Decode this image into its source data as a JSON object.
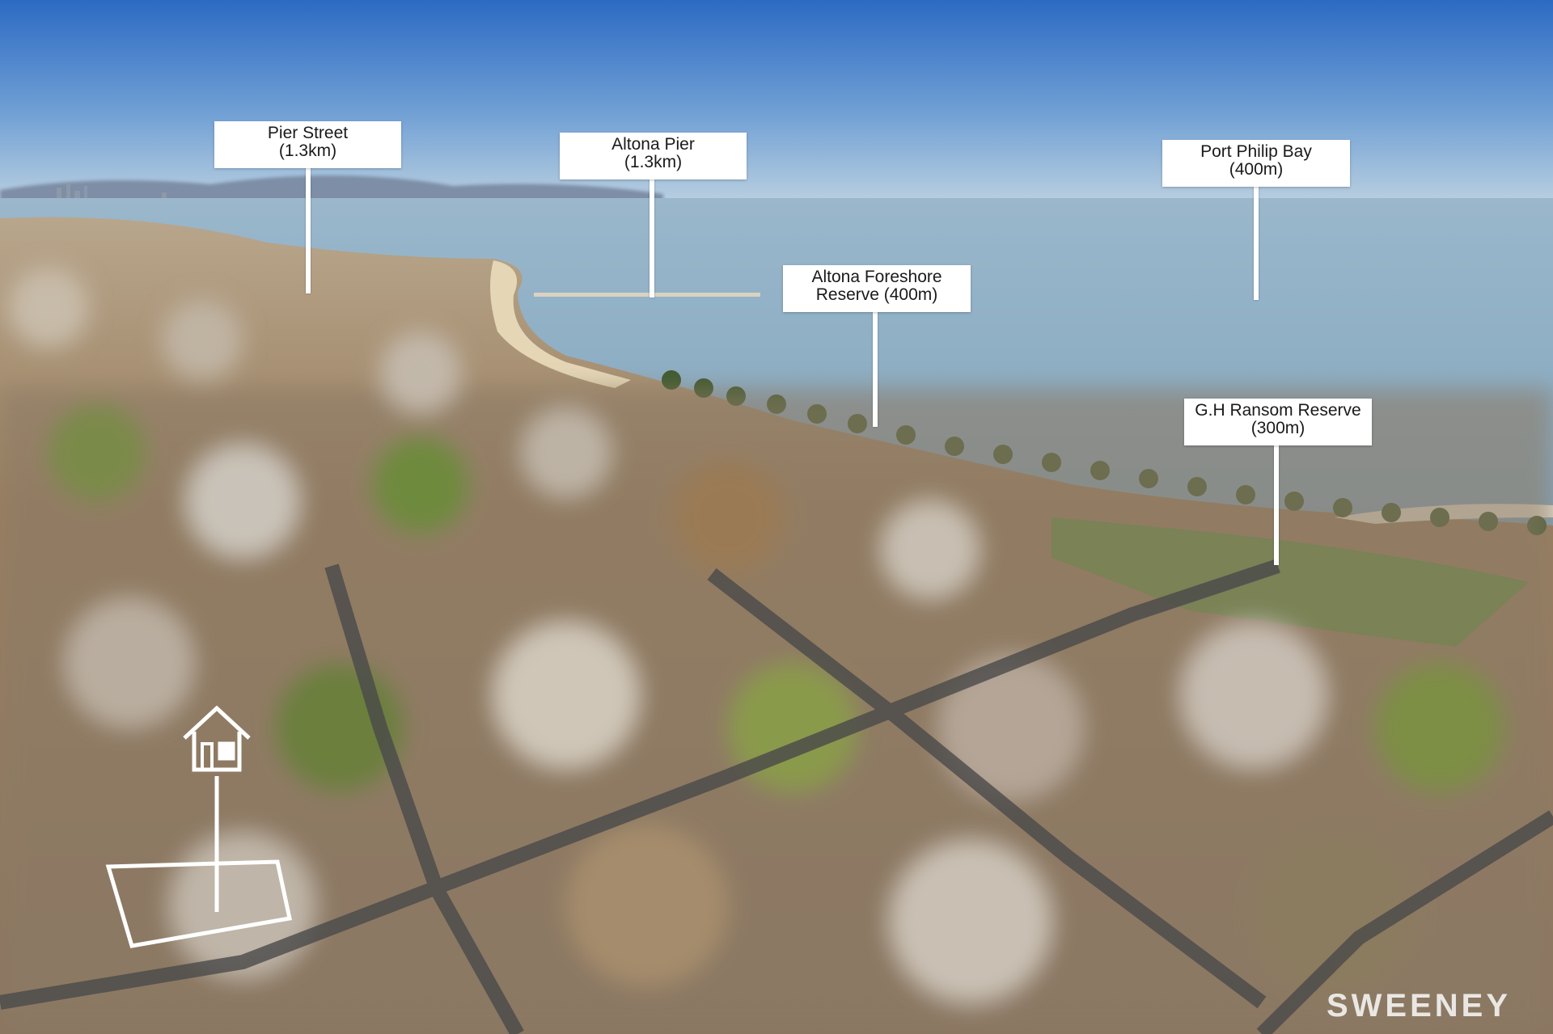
{
  "labels": [
    {
      "id": "pier-street",
      "line1": "Pier Street",
      "line2": "(1.3km)"
    },
    {
      "id": "altona-pier",
      "line1": "Altona Pier",
      "line2": "(1.3km)"
    },
    {
      "id": "port-philip-bay",
      "line1": "Port Philip Bay",
      "line2": "(400m)"
    },
    {
      "id": "altona-foreshore-reserve",
      "line1": "Altona Foreshore",
      "line2": "Reserve (400m)"
    },
    {
      "id": "gh-ransom-reserve",
      "line1": "G.H Ransom Reserve",
      "line2": "(300m)"
    }
  ],
  "watermark": "SWEENEY",
  "icons": {
    "property": "house-icon"
  },
  "colors": {
    "sky": "#2f6fc2",
    "water": "#8fb0c6",
    "land": "#a8845a",
    "park": "#5a8a3a",
    "label_bg": "#ffffff"
  }
}
